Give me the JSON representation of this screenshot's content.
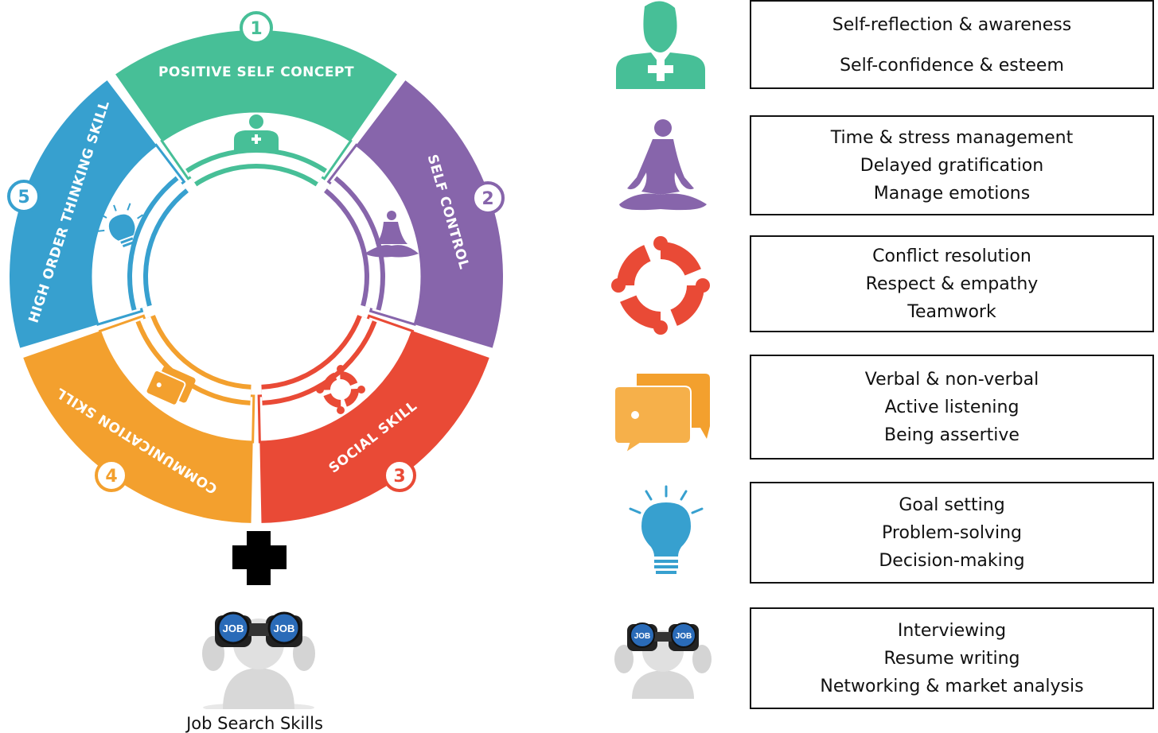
{
  "wheel": {
    "segments": [
      {
        "number": "1",
        "label": "POSITIVE SELF CONCEPT",
        "color": "#47bf97",
        "icon": "person-plus-icon"
      },
      {
        "number": "2",
        "label": "SELF CONTROL",
        "color": "#8765ab",
        "icon": "meditation-icon"
      },
      {
        "number": "3",
        "label": "SOCIAL SKILL",
        "color": "#e94a36",
        "icon": "teamwork-circle-icon"
      },
      {
        "number": "4",
        "label": "COMMUNICATION SKILL",
        "color": "#f3a02e",
        "icon": "chat-bubbles-icon"
      },
      {
        "number": "5",
        "label": "HIGH ORDER THINKING SKILL",
        "color": "#37a0cf",
        "icon": "lightbulb-icon"
      }
    ]
  },
  "plus_sign": {
    "color": "#000000"
  },
  "job_search": {
    "caption": "Job Search Skills",
    "icon": "binoculars-job-icon",
    "binocular_label": "JOB"
  },
  "skill_boxes": [
    {
      "icon": "person-plus-icon",
      "color": "#47bf97",
      "lines": [
        "Self-reflection & awareness",
        "Self-confidence & esteem"
      ]
    },
    {
      "icon": "meditation-icon",
      "color": "#8765ab",
      "lines": [
        "Time & stress management",
        "Delayed gratification",
        "Manage emotions"
      ]
    },
    {
      "icon": "teamwork-circle-icon",
      "color": "#e94a36",
      "lines": [
        "Conflict resolution",
        "Respect & empathy",
        "Teamwork"
      ]
    },
    {
      "icon": "chat-bubbles-icon",
      "color": "#f3a02e",
      "lines": [
        "Verbal & non-verbal",
        "Active listening",
        "Being assertive"
      ]
    },
    {
      "icon": "lightbulb-icon",
      "color": "#37a0cf",
      "lines": [
        "Goal setting",
        "Problem-solving",
        "Decision-making"
      ]
    },
    {
      "icon": "binoculars-job-icon",
      "color": "#1e5fa8",
      "lines": [
        "Interviewing",
        "Resume writing",
        "Networking & market analysis"
      ]
    }
  ]
}
